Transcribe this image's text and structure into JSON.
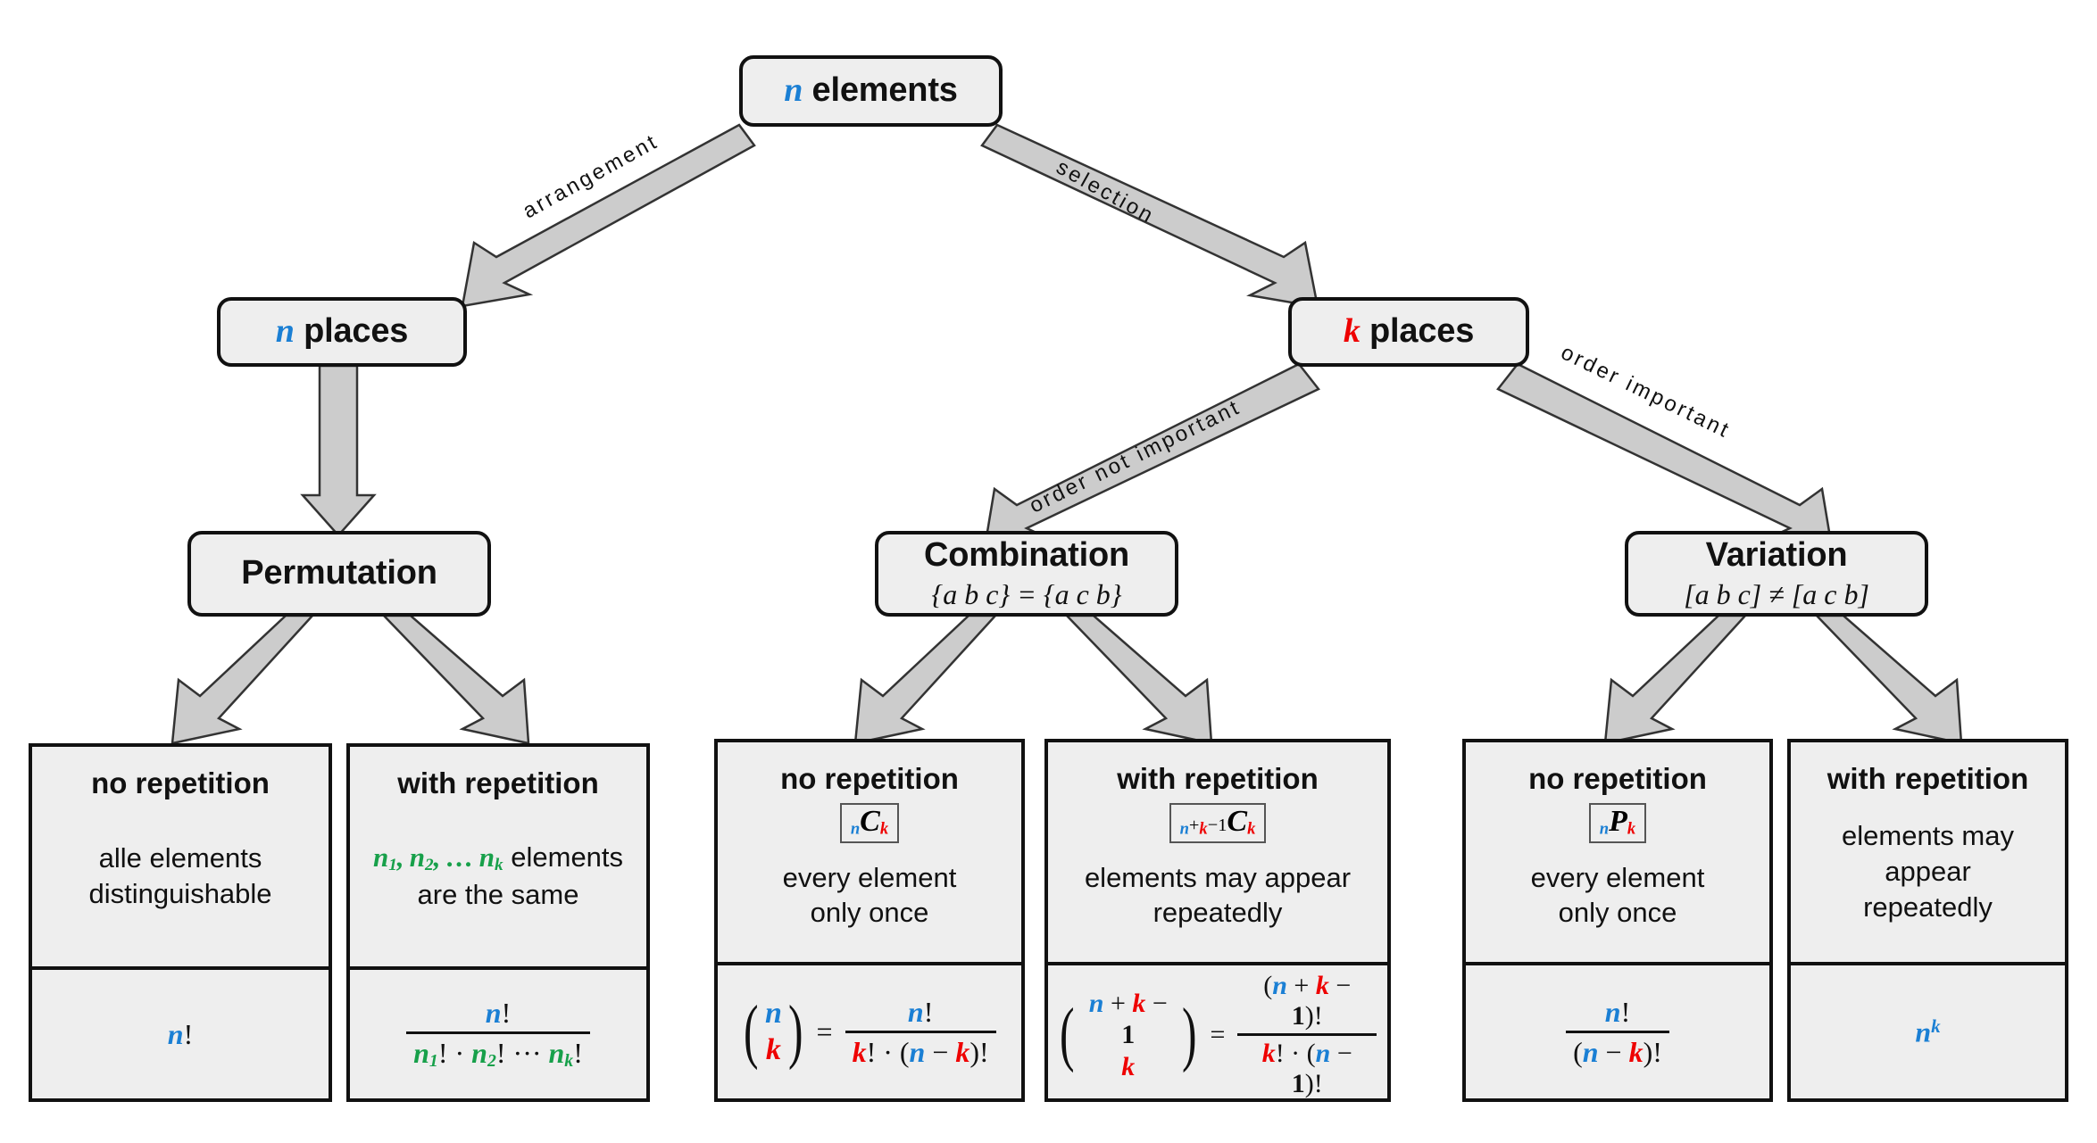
{
  "colors": {
    "n_blue": "#1a7fd4",
    "k_red": "#ee0000",
    "group_green": "#17a04a",
    "node_fill": "#eeeeee",
    "node_border": "#111111",
    "arrow_fill": "#cccccc"
  },
  "root": {
    "label_var": "n",
    "label_text": " elements"
  },
  "edges": {
    "arrangement": "arrangement",
    "selection": "selection",
    "order_not_important": "order not important",
    "order_important": "order important"
  },
  "level2": [
    {
      "var": "n",
      "text": " places"
    },
    {
      "var": "k",
      "text": " places"
    }
  ],
  "categories": [
    {
      "title": "Permutation",
      "sub": ""
    },
    {
      "title": "Combination",
      "sub": "{a b c} = {a c b}"
    },
    {
      "title": "Variation",
      "sub": "[a b c] ≠ [a c b]"
    }
  ],
  "cards": [
    {
      "head": "no repetition",
      "symbol": "",
      "desc_line1": "alle elements",
      "desc_line2": "distinguishable",
      "formula": "n!"
    },
    {
      "head": "with repetition",
      "symbol": "",
      "desc_line1": "n₁, n₂, … nₖ elements",
      "desc_line2": "are the same",
      "formula": "n! / (n₁! · n₂! ⋯ nₖ!)"
    },
    {
      "head": "no repetition",
      "symbol": "nCk",
      "desc_line1": "every element",
      "desc_line2": "only once",
      "formula": "(n over k) = n! / (k! · (n − k)!)"
    },
    {
      "head": "with repetition",
      "symbol": "n+k−1Ck",
      "desc_line1": "elements may appear",
      "desc_line2": "repeatedly",
      "formula": "(n+k−1 over k) = (n + k − 1)! / (k! · (n − 1)!)"
    },
    {
      "head": "no repetition",
      "symbol": "nPk",
      "desc_line1": "every element",
      "desc_line2": "only once",
      "formula": "n! / (n − k)!"
    },
    {
      "head": "with repetition",
      "symbol": "",
      "desc_line1": "elements may appear",
      "desc_line2": "repeatedly",
      "formula": "n^k"
    }
  ]
}
